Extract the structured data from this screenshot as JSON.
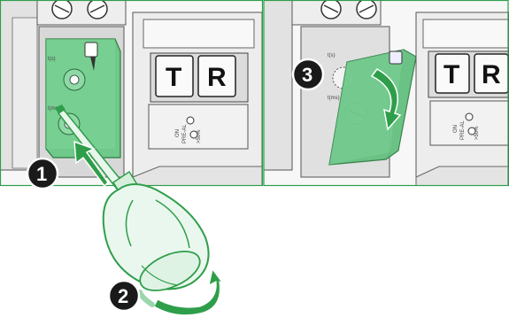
{
  "colors": {
    "accent": "#2f9e4a",
    "panel_fill": "#6ec98a",
    "panel_fill_dark": "#3c9a55",
    "device_gray": "#e6e6e6",
    "outline": "#3a3a3a",
    "badge": "#1a1a1a"
  },
  "left_panel": {
    "button_t": "T",
    "button_r": "R",
    "dial_top_label": "t(s)",
    "dial_bottom_label": "t(ms)",
    "on_label": "ON",
    "preal_label": "PRE-AL",
    "threshold_label": ">50%"
  },
  "right_panel": {
    "button_t": "T",
    "button_r": "R",
    "dial_top_label": "t(s)",
    "dial_bottom_label": "t(ms)",
    "on_label": "ON",
    "preal_label": "PRE-AL",
    "threshold_label": ">50%"
  },
  "steps": [
    {
      "number": "1",
      "icon": "push-arrow-icon"
    },
    {
      "number": "2",
      "icon": "rotate-arrow-icon"
    },
    {
      "number": "3",
      "icon": "swing-arrow-icon"
    }
  ],
  "icons": [
    "screwdriver-icon",
    "push-arrow-icon",
    "rotate-arrow-icon",
    "swing-arrow-icon"
  ]
}
